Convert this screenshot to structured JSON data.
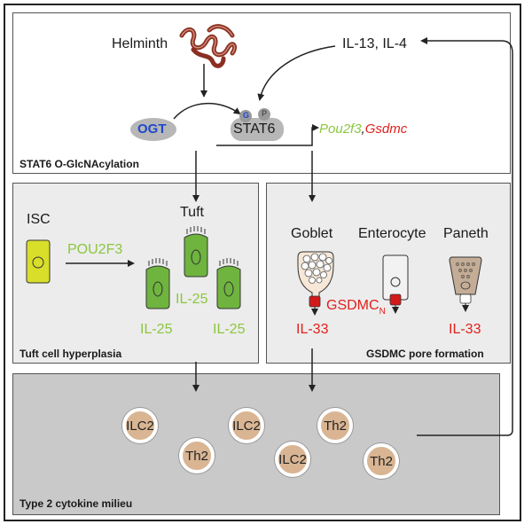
{
  "stat6_panel": {
    "title": "STAT6 O-GlcNAcylation",
    "helminth": "Helminth",
    "cytokines_in": "IL-13, IL-4",
    "ogt": "OGT",
    "stat6": "STAT6",
    "g_badge": "G",
    "p_badge": "P",
    "gene_pou2f3": "Pou2f3",
    "gene_comma": ",",
    "gene_gsdmc": "Gsdmc"
  },
  "tuft_panel": {
    "title": "Tuft cell hyperplasia",
    "isc": "ISC",
    "tuft": "Tuft",
    "pou2f3": "POU2F3",
    "il25_a": "IL-25",
    "il25_b": "IL-25",
    "il25_c": "IL-25"
  },
  "gsdmc_panel": {
    "title": "GSDMC pore formation",
    "goblet": "Goblet",
    "enterocyte": "Enterocyte",
    "paneth": "Paneth",
    "gsdmc_n": "GSDMC",
    "gsdmc_sub": "N",
    "il33_a": "IL-33",
    "il33_b": "IL-33"
  },
  "milieu_panel": {
    "title": "Type 2 cytokine milieu",
    "cells": [
      "ILC2",
      "Th2",
      "ILC2",
      "ILC2",
      "Th2",
      "Th2"
    ]
  },
  "colors": {
    "green": "#8cc63f",
    "red": "#e0201b",
    "blue": "#1f48c9",
    "immune_cell": "#d9b593",
    "tuft_cell": "#6fb43f",
    "isc_cell": "#d8de2a"
  }
}
